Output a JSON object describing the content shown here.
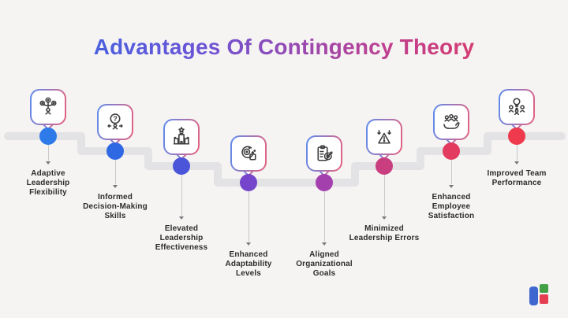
{
  "title": "Advantages Of Contingency Theory",
  "colors": {
    "background": "#f5f4f3",
    "timeline": "#e3e2e4",
    "title_gradient": [
      "#2d6ae6",
      "#6b55d6",
      "#bf4090",
      "#ea3850"
    ],
    "badge_border_gradient": [
      "#5b8def",
      "#e8607e"
    ],
    "icon_stroke": "#3d3d3d",
    "label_text": "#2d2d2d"
  },
  "items": [
    {
      "label": "Adaptive Leadership Flexibility",
      "icon": "hierarchy-gears-icon",
      "dot_color": "#2e7ae9"
    },
    {
      "label": "Informed Decision-Making Skills",
      "icon": "mind-question-icon",
      "dot_color": "#2f68e3"
    },
    {
      "label": "Elevated Leadership Effectiveness",
      "icon": "castle-star-icon",
      "dot_color": "#4b55da"
    },
    {
      "label": "Enhanced Adaptability Levels",
      "icon": "target-gear-icon",
      "dot_color": "#7546cb"
    },
    {
      "label": "Aligned Organizational Goals",
      "icon": "clipboard-target-icon",
      "dot_color": "#a440ad"
    },
    {
      "label": "Minimized Leadership Errors",
      "icon": "warning-arrows-icon",
      "dot_color": "#c93e7e"
    },
    {
      "label": "Enhanced Employee Satisfaction",
      "icon": "hand-people-icon",
      "dot_color": "#e33a60"
    },
    {
      "label": "Improved Team Performance",
      "icon": "team-lightbulb-icon",
      "dot_color": "#ee3a4c"
    }
  ],
  "logo": {
    "blue": "#3e68cf",
    "green": "#43a047",
    "red": "#e53e51"
  }
}
